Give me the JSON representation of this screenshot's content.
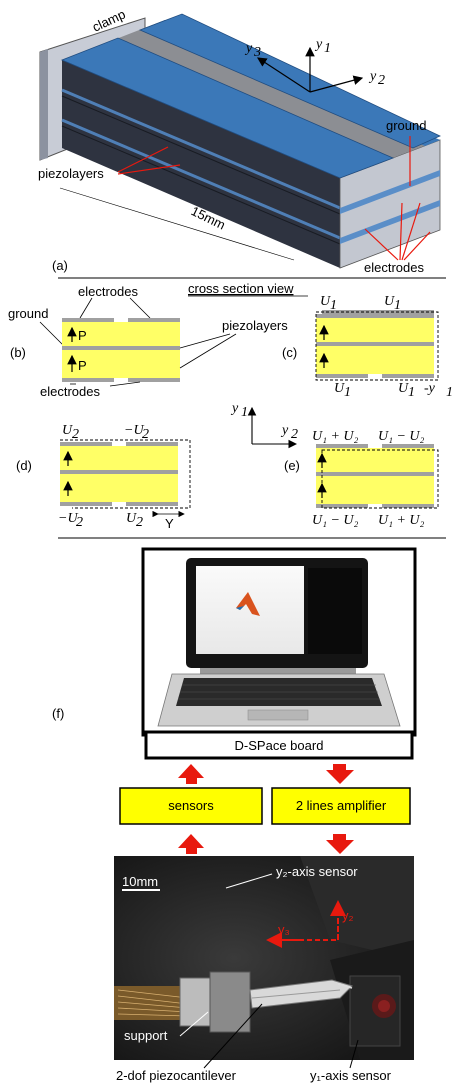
{
  "panel_a": {
    "tag": "(a)",
    "clamp": "clamp",
    "piezolayers": "piezolayers",
    "ground": "ground",
    "electrodes": "electrodes",
    "length": "15mm",
    "axis_y3": "y",
    "axis_y3_sub": "3",
    "axis_y1": "y",
    "axis_y1_sub": "1",
    "axis_y2": "y",
    "axis_y2_sub": "2"
  },
  "header": {
    "cross_section": "cross section view"
  },
  "panel_b": {
    "tag": "(b)",
    "electrodes_top": "electrodes",
    "ground": "ground",
    "piezolayers": "piezolayers",
    "electrodes_bottom": "electrodes",
    "p1": "P",
    "p2": "P"
  },
  "panel_c": {
    "tag": "(c)",
    "u_top_left": "U",
    "u_top_right": "U",
    "u_bot_left": "U",
    "u_bot_right": "U",
    "sub": "1",
    "minus_y": "-y"
  },
  "axes_mid": {
    "y1": "y",
    "y1_sub": "1",
    "y2": "y",
    "y2_sub": "2"
  },
  "panel_d": {
    "tag": "(d)",
    "top_left": "U",
    "top_right": "−U",
    "bot_left": "−U",
    "bot_right": "U",
    "sub": "2",
    "y_mark": "Y"
  },
  "panel_e": {
    "tag": "(e)",
    "top_left": "U₁ + U₂",
    "top_right": "U₁ − U₂",
    "bot_left": "U₁ − U₂",
    "bot_right": "U₁ + U₂"
  },
  "panel_f": {
    "tag": "(f)",
    "dspace": "D-SPace board",
    "sensors": "sensors",
    "amplifier": "2 lines amplifier"
  },
  "photo": {
    "scale": "10mm",
    "y2_sensor": "y₂-axis sensor",
    "y3": "y₃",
    "y2": "y₂",
    "support": "support",
    "cantilever": "2-dof piezocantilever",
    "y1_sensor": "y₁-axis sensor"
  },
  "colors": {
    "blue": "#3b78b8",
    "yellow": "#ffff66",
    "grey": "#a0a0a0",
    "red": "#e8190e"
  }
}
